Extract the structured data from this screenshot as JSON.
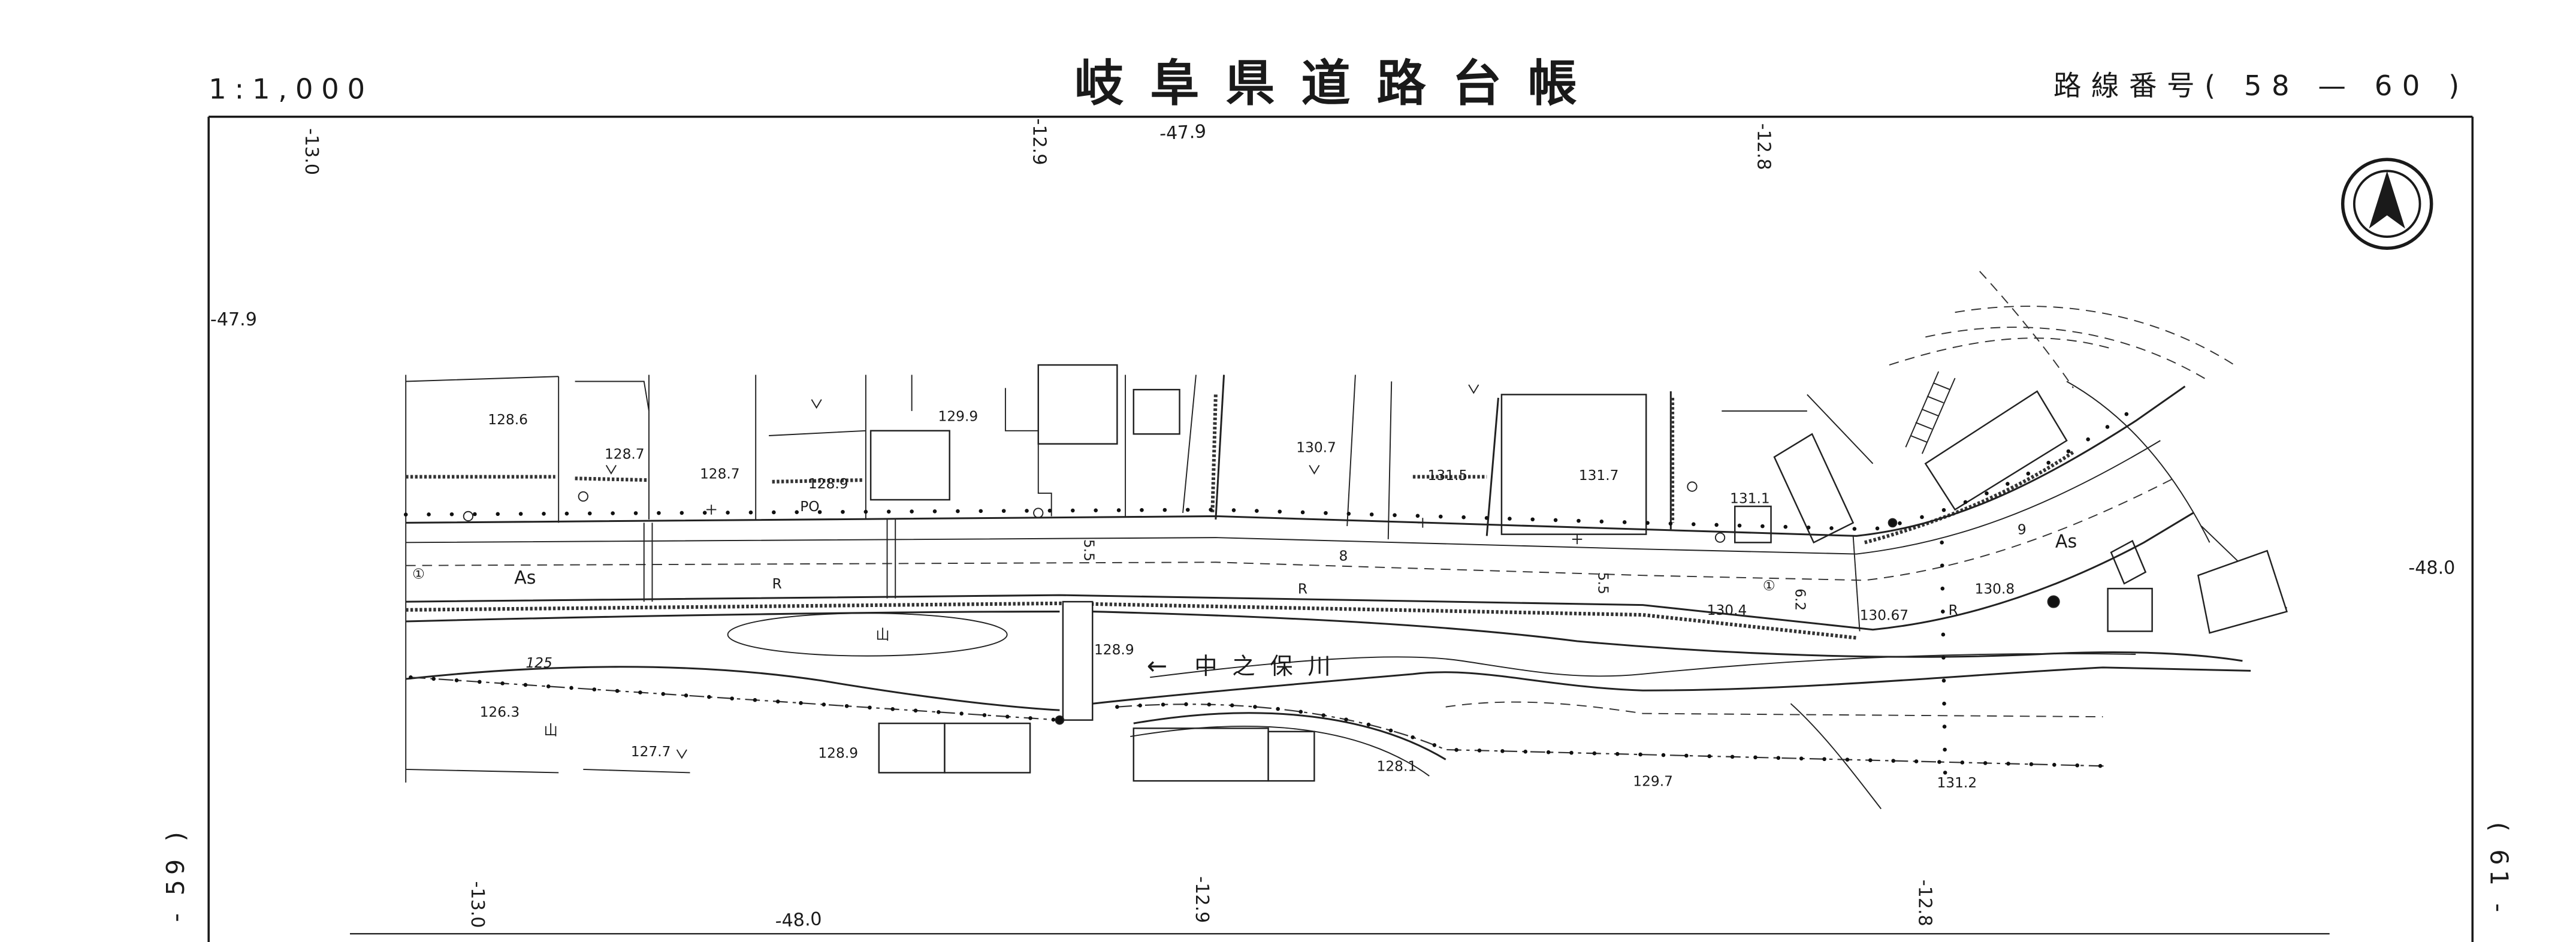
{
  "header": {
    "scale": "1:1,000",
    "title": "岐阜県道路台帳",
    "route_number": "路線番号( 58 — 60 )"
  },
  "adjacent_sheets": {
    "left": "- 59 )",
    "right": "( 61 -"
  },
  "grid_labels": {
    "top": [
      "-13.0",
      "-12.9",
      "-47.9",
      "-12.8"
    ],
    "left": [
      "-47.9"
    ],
    "right": [
      "-48.0"
    ],
    "bottom": [
      "-13.0",
      "-48.0",
      "-12.9",
      "-12.8"
    ]
  },
  "map": {
    "river": {
      "name": "中之保川",
      "flow_arrow": "←"
    },
    "pavement_labels": [
      "As",
      "As"
    ],
    "road_labels": [
      "R",
      "R",
      "R"
    ],
    "width_labels": [
      "5.5",
      "5.5",
      "6.2",
      "8",
      "9"
    ],
    "contour_label": "125",
    "mountain_symbols": [
      "山",
      "山"
    ],
    "pole_label": "PO",
    "circled_markers": [
      "①",
      "①"
    ],
    "spot_heights": [
      "128.6",
      "128.7",
      "128.7",
      "128.9",
      "129.9",
      "130.7",
      "131.5",
      "131.7",
      "131.1",
      "130.4",
      "130.67",
      "130.8",
      "128.9",
      "126.3",
      "127.7",
      "128.9",
      "128.1",
      "129.7",
      "131.2"
    ]
  },
  "colors": {
    "ink": "#1a1a1a",
    "paper": "#ffffff"
  },
  "icons": {
    "north_arrow": "north-arrow-icon"
  }
}
